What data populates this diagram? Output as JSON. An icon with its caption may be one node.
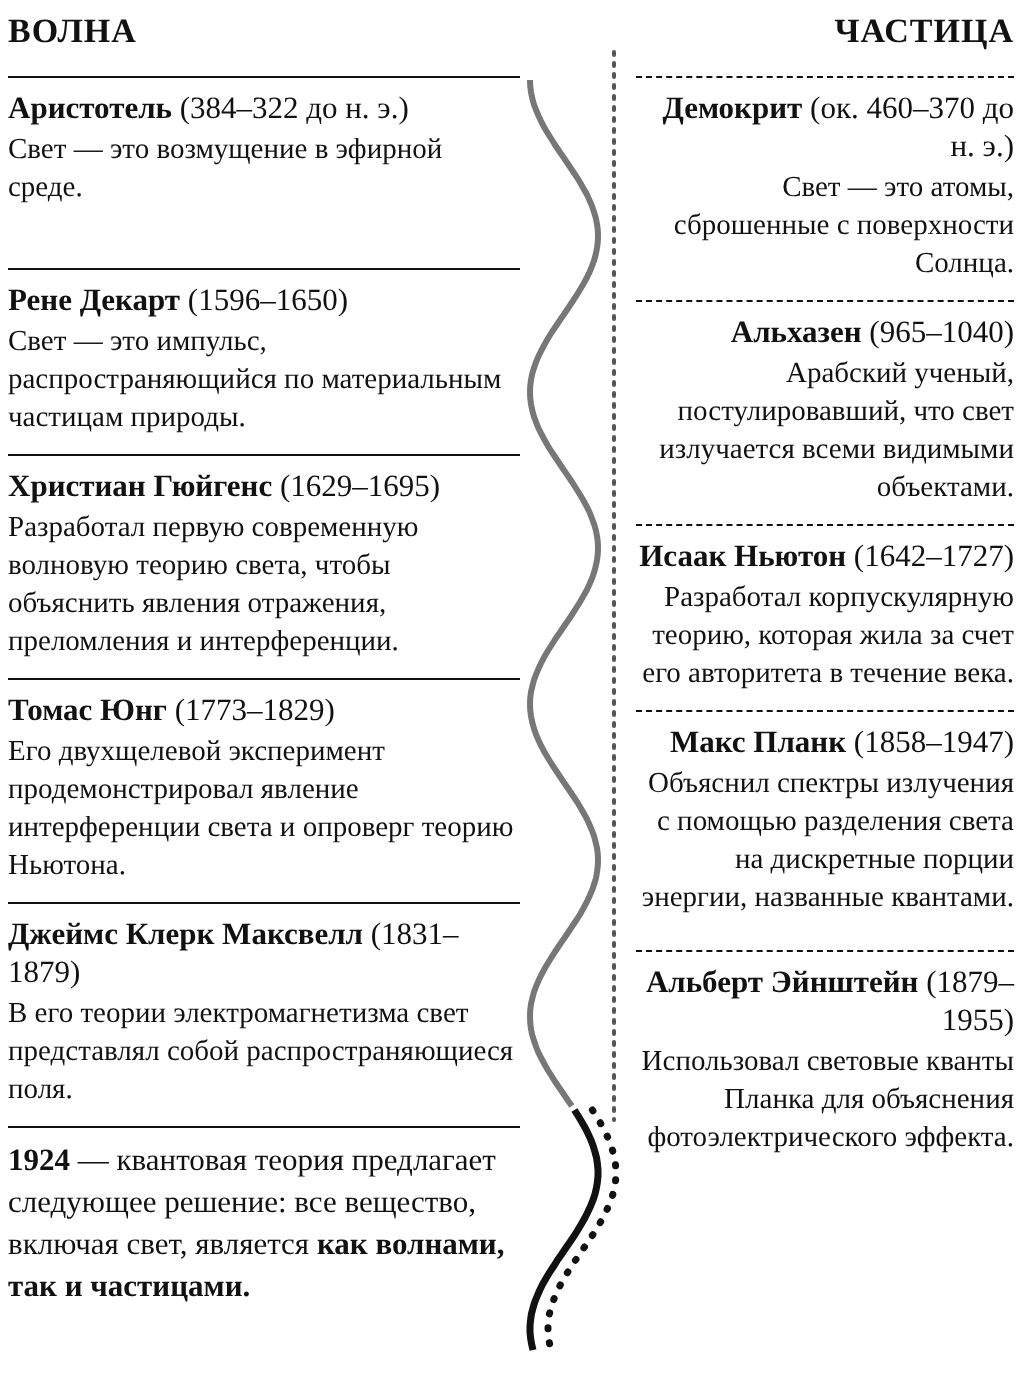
{
  "diagram": {
    "labels": [
      "ВОЛНА",
      "ЧАСТИЦА",
      "**Аристотель** (384–322 до н. э.)",
      "Свет — это возмущение в эфирной среде.",
      "**Рене Декарт** (1596–1650)",
      "Свет — это импульс, распространяющийся по материальным частицам природы.",
      "**Христиан Гюйгенс** (1629–1695)",
      "Разработал первую современную волновую теорию света, чтобы объяснить явления отражения, преломления и интерференции.",
      "**Томас Юнг** (1773–1829)",
      "Его двухщелевой эксперимент продемонстрировал явление интерференции света и опроверг теорию Ньютона.",
      "**Джеймс Клерк Максвелл** (1831–1879)",
      "В его теории электромагнетизма свет представлял собой распространяющиеся поля.",
      "**1924** — квантовая теория предлагает следующее решение: все вещество, включая свет, является **как волнами, так и частицами.**",
      "**Демокрит** (ок. 460–370 до н. э.)",
      "Свет — это атомы, сброшенные с поверхности Солнца.",
      "**Альхазен** (965–1040)",
      "Арабский ученый, постулировавший, что свет излучается всеми видимыми объектами.",
      "**Исаак Ньютон** (1642–1727)",
      "Разработал корпускулярную теорию, которая жила за счет его авторитета в течение века.",
      "**Макс Планк** (1858–1947)",
      "Объяснил спектры излучения с помощью разделения света на дискретные порции энергии, названные квантами.",
      "**Альберт Эйнштейн** (1879–1955)",
      "Использовал световые кванты Планка для объяснения фотоэлектрического эффекта."
    ]
  }
}
